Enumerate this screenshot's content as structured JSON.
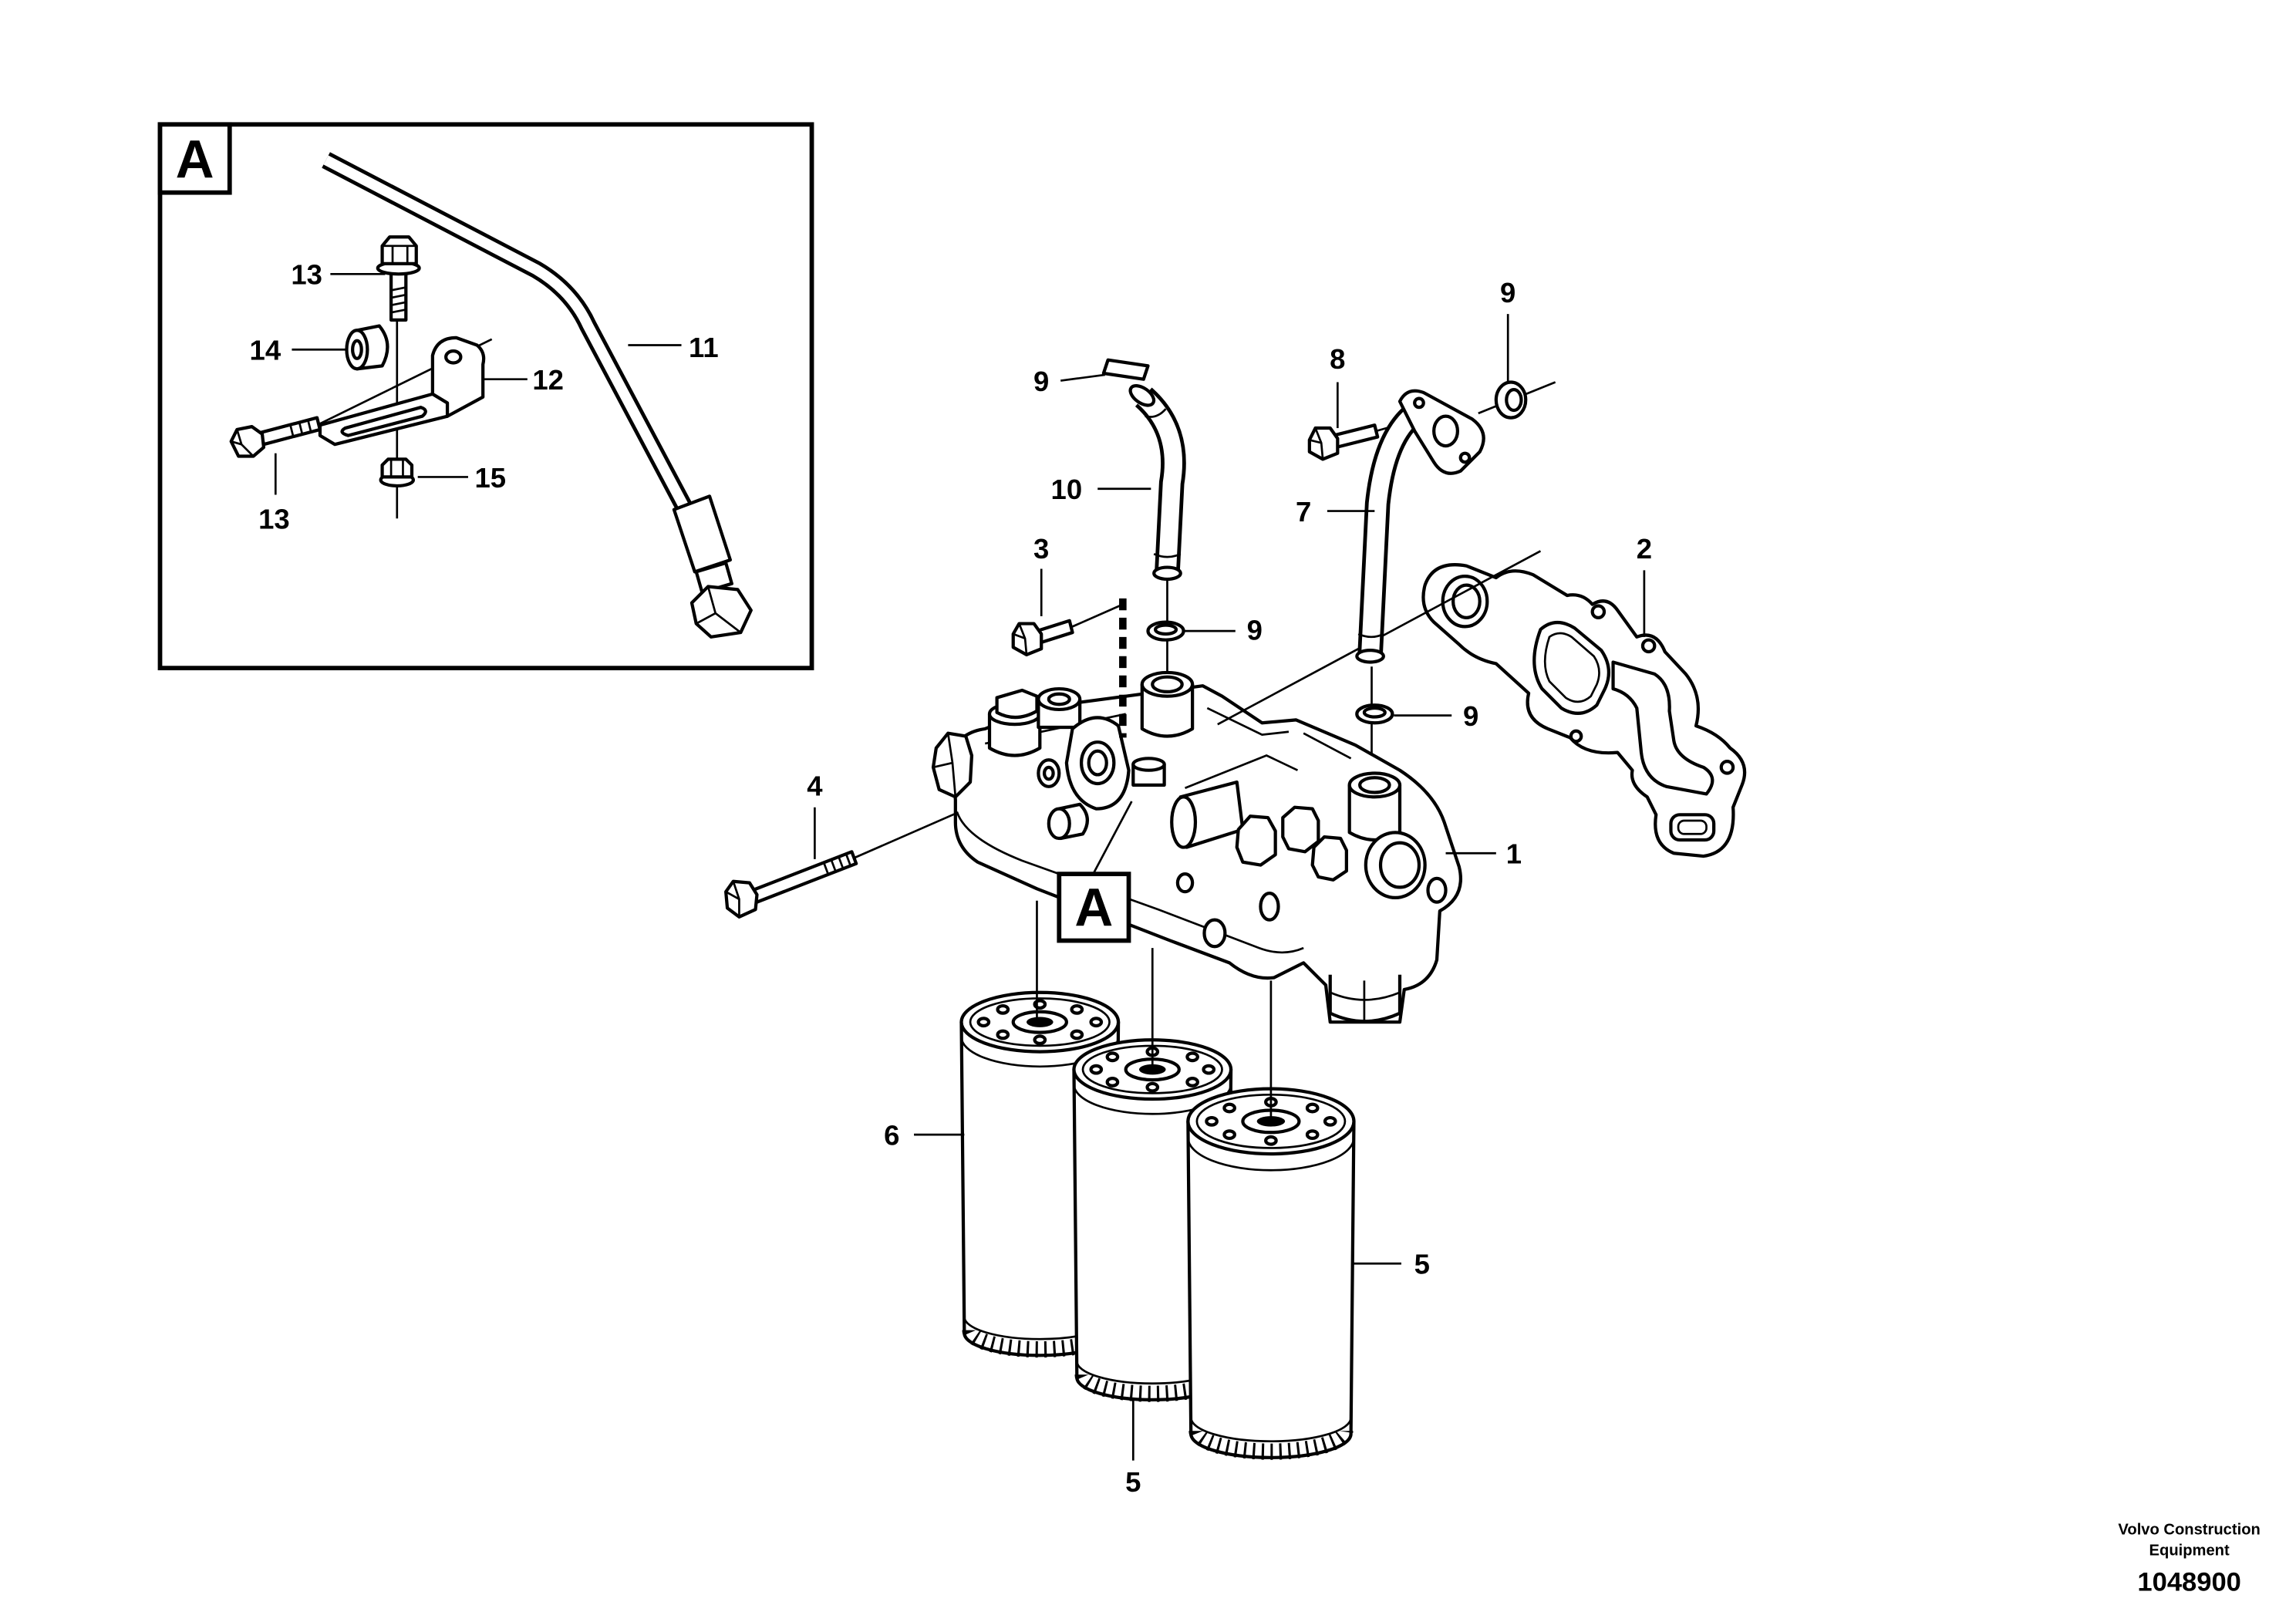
{
  "inset": {
    "detail_label": "A",
    "callout_bolt_upper": "13",
    "callout_grommet": "14",
    "callout_bracket": "12",
    "callout_pipe": "11",
    "callout_bolt_lower": "13",
    "callout_nut": "15"
  },
  "main": {
    "callout_washer_pipe10_top": "9",
    "callout_pipe10": "10",
    "callout_bolt3": "3",
    "callout_washer_pipe10_bottom": "9",
    "callout_bolt4": "4",
    "callout_bolt8": "8",
    "callout_pipe7": "7",
    "callout_washer_flange": "9",
    "callout_gasket": "2",
    "callout_washer_pipe7_bottom": "9",
    "callout_housing": "1",
    "detail_reference": "A",
    "callout_filter_left": "6",
    "callout_filter_right": "5",
    "callout_filter_middle": "5"
  },
  "footer": {
    "company_line1": "Volvo Construction",
    "company_line2": "Equipment",
    "drawing_number": "1048900"
  }
}
